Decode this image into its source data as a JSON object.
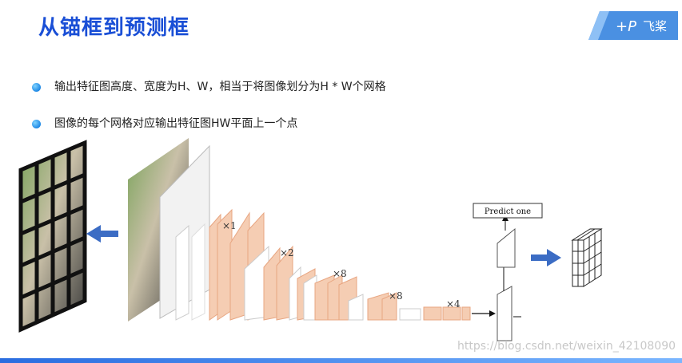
{
  "title": "从锚框到预测框",
  "brand": {
    "logo_text": "飞桨",
    "accent": "#1a4fd6"
  },
  "bullets": [
    "输出特征图高度、宽度为H、W，相当于将图像划分为H * W个网格",
    "图像的每个网格对应输出特征图HW平面上一个点"
  ],
  "figure": {
    "labels": {
      "x1": "×1",
      "x2": "×2",
      "x8a": "×8",
      "x8b": "×8",
      "x4": "×4"
    },
    "predict_label": "Predict one",
    "arrow_color": "#3b6cc4",
    "layer_color": "#f5cdb3"
  },
  "watermark": "https://blog.csdn.net/weixin_42108090"
}
